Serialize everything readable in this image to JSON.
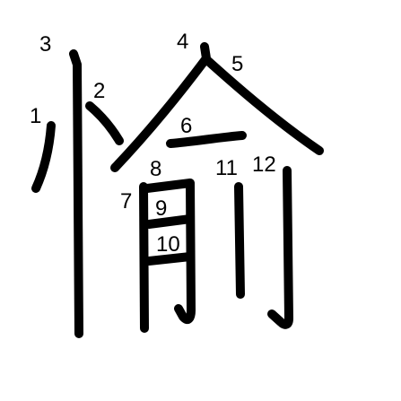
{
  "character": {
    "glyph": "愉",
    "stroke_color": "#000000",
    "background_color": "#ffffff"
  },
  "stroke_numbers": [
    {
      "id": 1,
      "label": "1"
    },
    {
      "id": 2,
      "label": "2"
    },
    {
      "id": 3,
      "label": "3"
    },
    {
      "id": 4,
      "label": "4"
    },
    {
      "id": 5,
      "label": "5"
    },
    {
      "id": 6,
      "label": "6"
    },
    {
      "id": 7,
      "label": "7"
    },
    {
      "id": 8,
      "label": "8"
    },
    {
      "id": 9,
      "label": "9"
    },
    {
      "id": 10,
      "label": "10"
    },
    {
      "id": 11,
      "label": "11"
    },
    {
      "id": 12,
      "label": "12"
    }
  ]
}
